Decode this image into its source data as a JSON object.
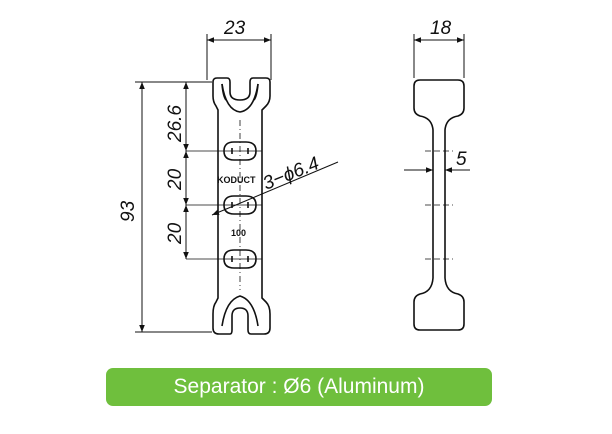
{
  "drawing": {
    "front_view": {
      "dim_width": "23",
      "dim_height": "93",
      "dim_top_pitch": "26.6",
      "dim_pitch_1": "20",
      "dim_pitch_2": "20",
      "dim_holes": "3−ϕ6.4",
      "brand_mark": "KODUCT",
      "model_mark": "100"
    },
    "side_view": {
      "dim_width": "18",
      "dim_web": "5"
    }
  },
  "caption": {
    "text": "Separator : Ø6 (Aluminum)",
    "bg_color": "#6fbf3d"
  }
}
